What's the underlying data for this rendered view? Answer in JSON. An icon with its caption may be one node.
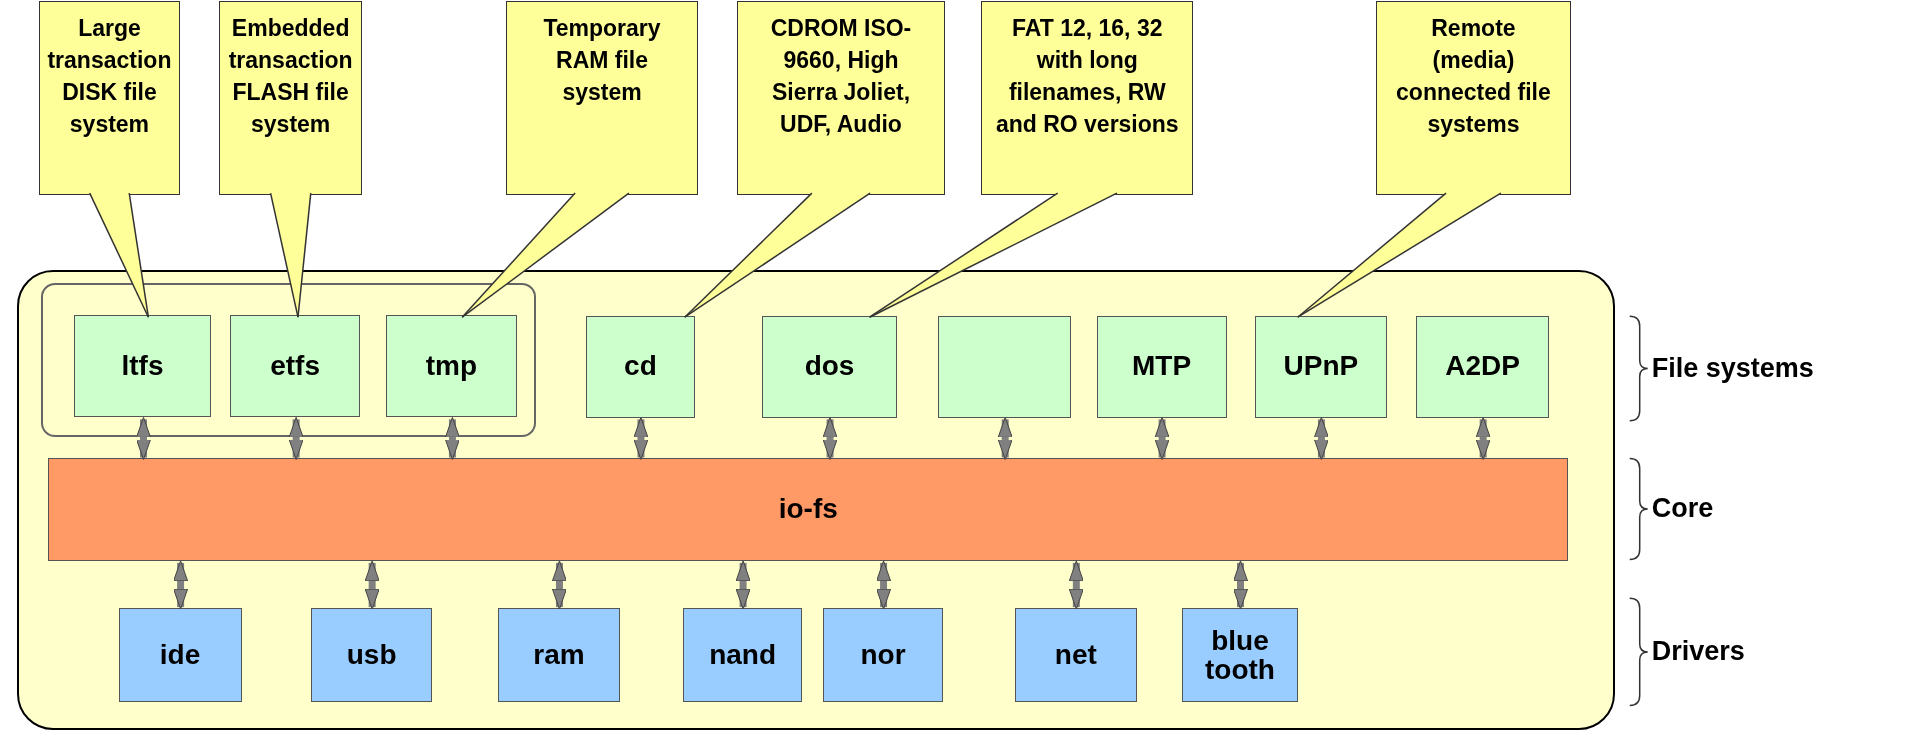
{
  "diagram": {
    "nodes": [
      {
        "text": [
          "Large transaction DISK file system"
        ]
      },
      {
        "text": [
          "Embedded transaction FLASH file system"
        ]
      },
      {
        "text": [
          "Temporary RAM file system"
        ]
      },
      {
        "text": [
          "CDROM ISO-9660, High Sierra Joliet, UDF, Audio"
        ]
      },
      {
        "text": [
          "FAT 12, 16, 32 with long filenames, RW and RO versions"
        ]
      },
      {
        "text": [
          "Remote (media) connected file systems"
        ]
      },
      {
        "text": [],
        "shape": "box"
      },
      {
        "text": [],
        "shape": "box",
        "in": 6
      },
      {
        "text": [
          "ltfs"
        ],
        "in": 7
      },
      {
        "text": [
          "etfs"
        ],
        "in": 7
      },
      {
        "text": [
          "tmp"
        ],
        "in": 7
      },
      {
        "text": [
          "cd"
        ],
        "in": 6
      },
      {
        "text": [
          "dos"
        ],
        "in": 6
      },
      {
        "text": [],
        "shape": "box",
        "in": 6
      },
      {
        "text": [
          "MTP"
        ],
        "in": 6
      },
      {
        "text": [
          "UPnP"
        ],
        "in": 6
      },
      {
        "text": [
          "A2DP"
        ],
        "in": 6
      },
      {
        "text": [
          "io-fs"
        ],
        "in": 6
      },
      {
        "text": [
          "ide"
        ],
        "in": 6
      },
      {
        "text": [
          "usb"
        ],
        "in": 6
      },
      {
        "text": [
          "ram"
        ],
        "in": 6
      },
      {
        "text": [
          "nand"
        ],
        "in": 6
      },
      {
        "text": [
          "nor"
        ],
        "in": 6
      },
      {
        "text": [
          "net"
        ],
        "in": 6
      },
      {
        "text": [
          "blue tooth"
        ],
        "in": 6
      }
    ],
    "edges": [
      {
        "from": 0,
        "to": 8,
        "arrow": "none"
      },
      {
        "from": 1,
        "to": 9,
        "arrow": "none"
      },
      {
        "from": 2,
        "to": 10,
        "arrow": "none"
      },
      {
        "from": 3,
        "to": 11,
        "arrow": "none"
      },
      {
        "from": 4,
        "to": 12,
        "arrow": "none"
      },
      {
        "from": 5,
        "to": 15,
        "arrow": "none"
      },
      {
        "from": 8,
        "to": 17,
        "arrow": "both"
      },
      {
        "from": 9,
        "to": 17,
        "arrow": "both"
      },
      {
        "from": 10,
        "to": 17,
        "arrow": "both"
      },
      {
        "from": 11,
        "to": 17,
        "arrow": "both"
      },
      {
        "from": 12,
        "to": 17,
        "arrow": "both"
      },
      {
        "from": 13,
        "to": 17,
        "arrow": "both"
      },
      {
        "from": 14,
        "to": 17,
        "arrow": "both"
      },
      {
        "from": 15,
        "to": 17,
        "arrow": "both"
      },
      {
        "from": 16,
        "to": 17,
        "arrow": "both"
      },
      {
        "from": 17,
        "to": 18,
        "arrow": "both"
      },
      {
        "from": 17,
        "to": 19,
        "arrow": "both"
      },
      {
        "from": 17,
        "to": 20,
        "arrow": "both"
      },
      {
        "from": 17,
        "to": 21,
        "arrow": "both"
      },
      {
        "from": 17,
        "to": 22,
        "arrow": "both"
      },
      {
        "from": 17,
        "to": 23,
        "arrow": "both"
      },
      {
        "from": 17,
        "to": 24,
        "arrow": "both"
      }
    ],
    "labels": [
      "File systems",
      "Core",
      "Drivers"
    ]
  }
}
